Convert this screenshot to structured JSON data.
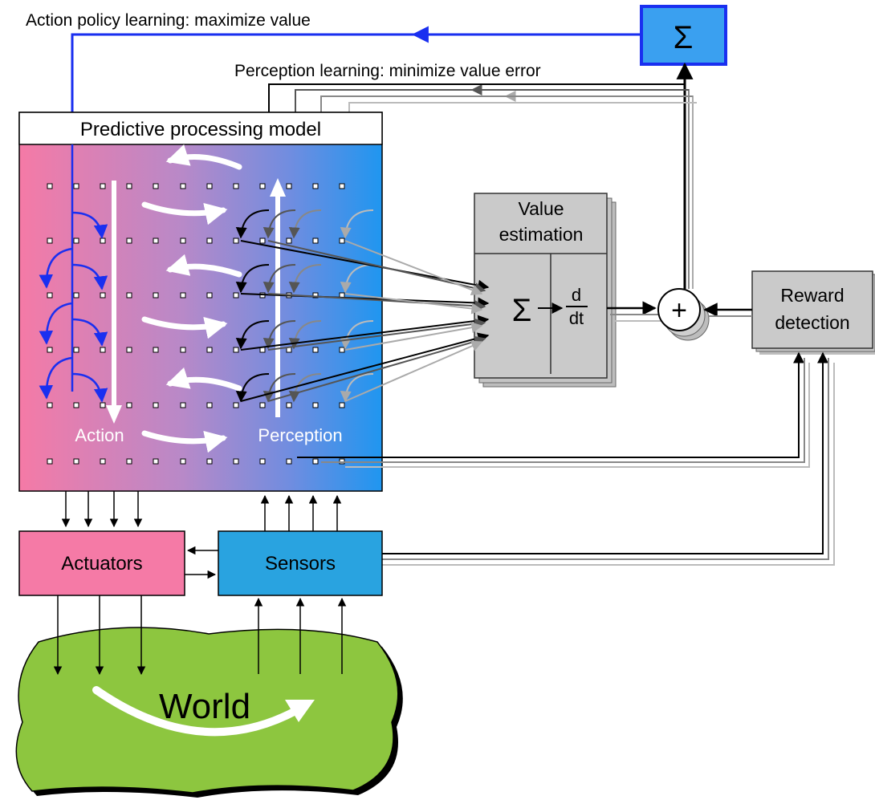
{
  "labels": {
    "action_policy": "Action policy learning: maximize value",
    "perception_learning": "Perception learning: minimize value error",
    "model_title": "Predictive processing model",
    "action": "Action",
    "perception": "Perception",
    "value_estimation_line1": "Value",
    "value_estimation_line2": "estimation",
    "sigma": "Σ",
    "deriv_num": "d",
    "deriv_den": "dt",
    "plus": "+",
    "reward_line1": "Reward",
    "reward_line2": "detection",
    "actuators": "Actuators",
    "sensors": "Sensors",
    "world": "World"
  },
  "colors": {
    "action_pink": "#f57aa6",
    "perception_blue": "#2196f3",
    "policy_blue": "#1a2ff0",
    "sigma_box": "#3aa0f0",
    "sensors_blue": "#29a3e0",
    "world_green": "#8dc63f",
    "gray_box": "#c8c8c8"
  }
}
